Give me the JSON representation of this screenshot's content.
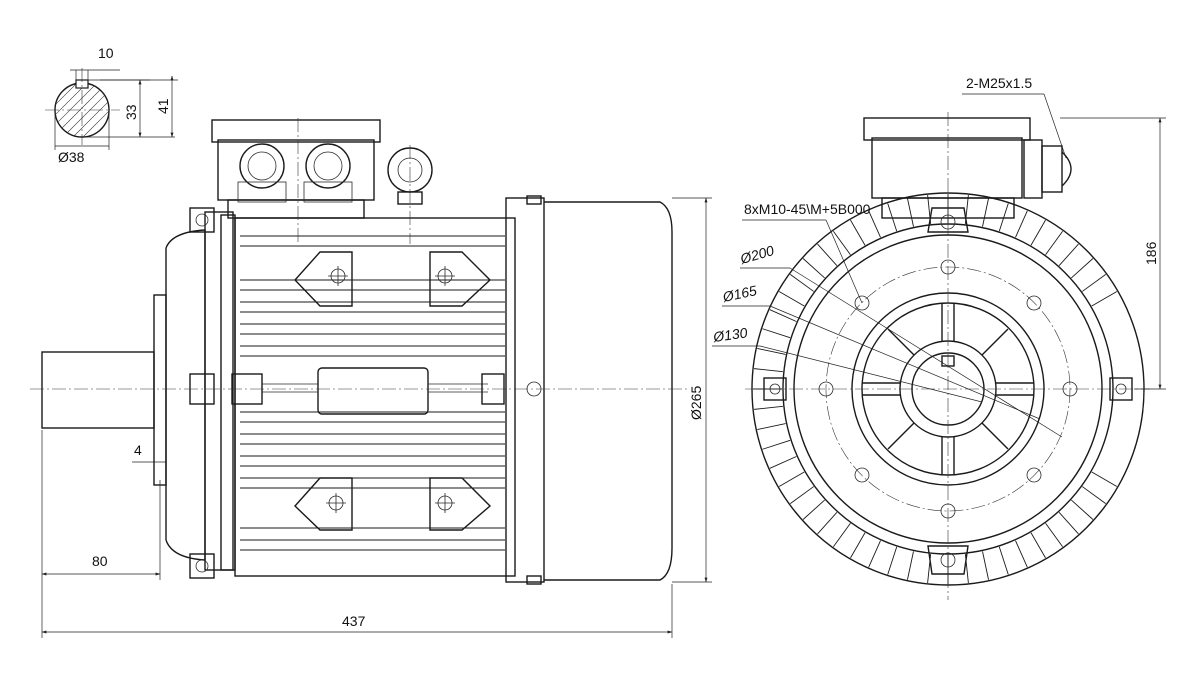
{
  "drawing": {
    "shaft_section": {
      "key_width": "10",
      "key_depth": "33",
      "section_height": "41",
      "shaft_diameter": "Ø38"
    },
    "side_view": {
      "flange_offset": "4",
      "shaft_length": "80",
      "overall_length": "437",
      "frame_diameter": "Ø265"
    },
    "end_view": {
      "cable_gland": "2-M25x1.5",
      "mounting_holes": "8xM10-45\\M+5B000",
      "pitch_circle": "Ø200",
      "spigot": "Ø165",
      "bore": "Ø130",
      "center_height": "186"
    }
  }
}
